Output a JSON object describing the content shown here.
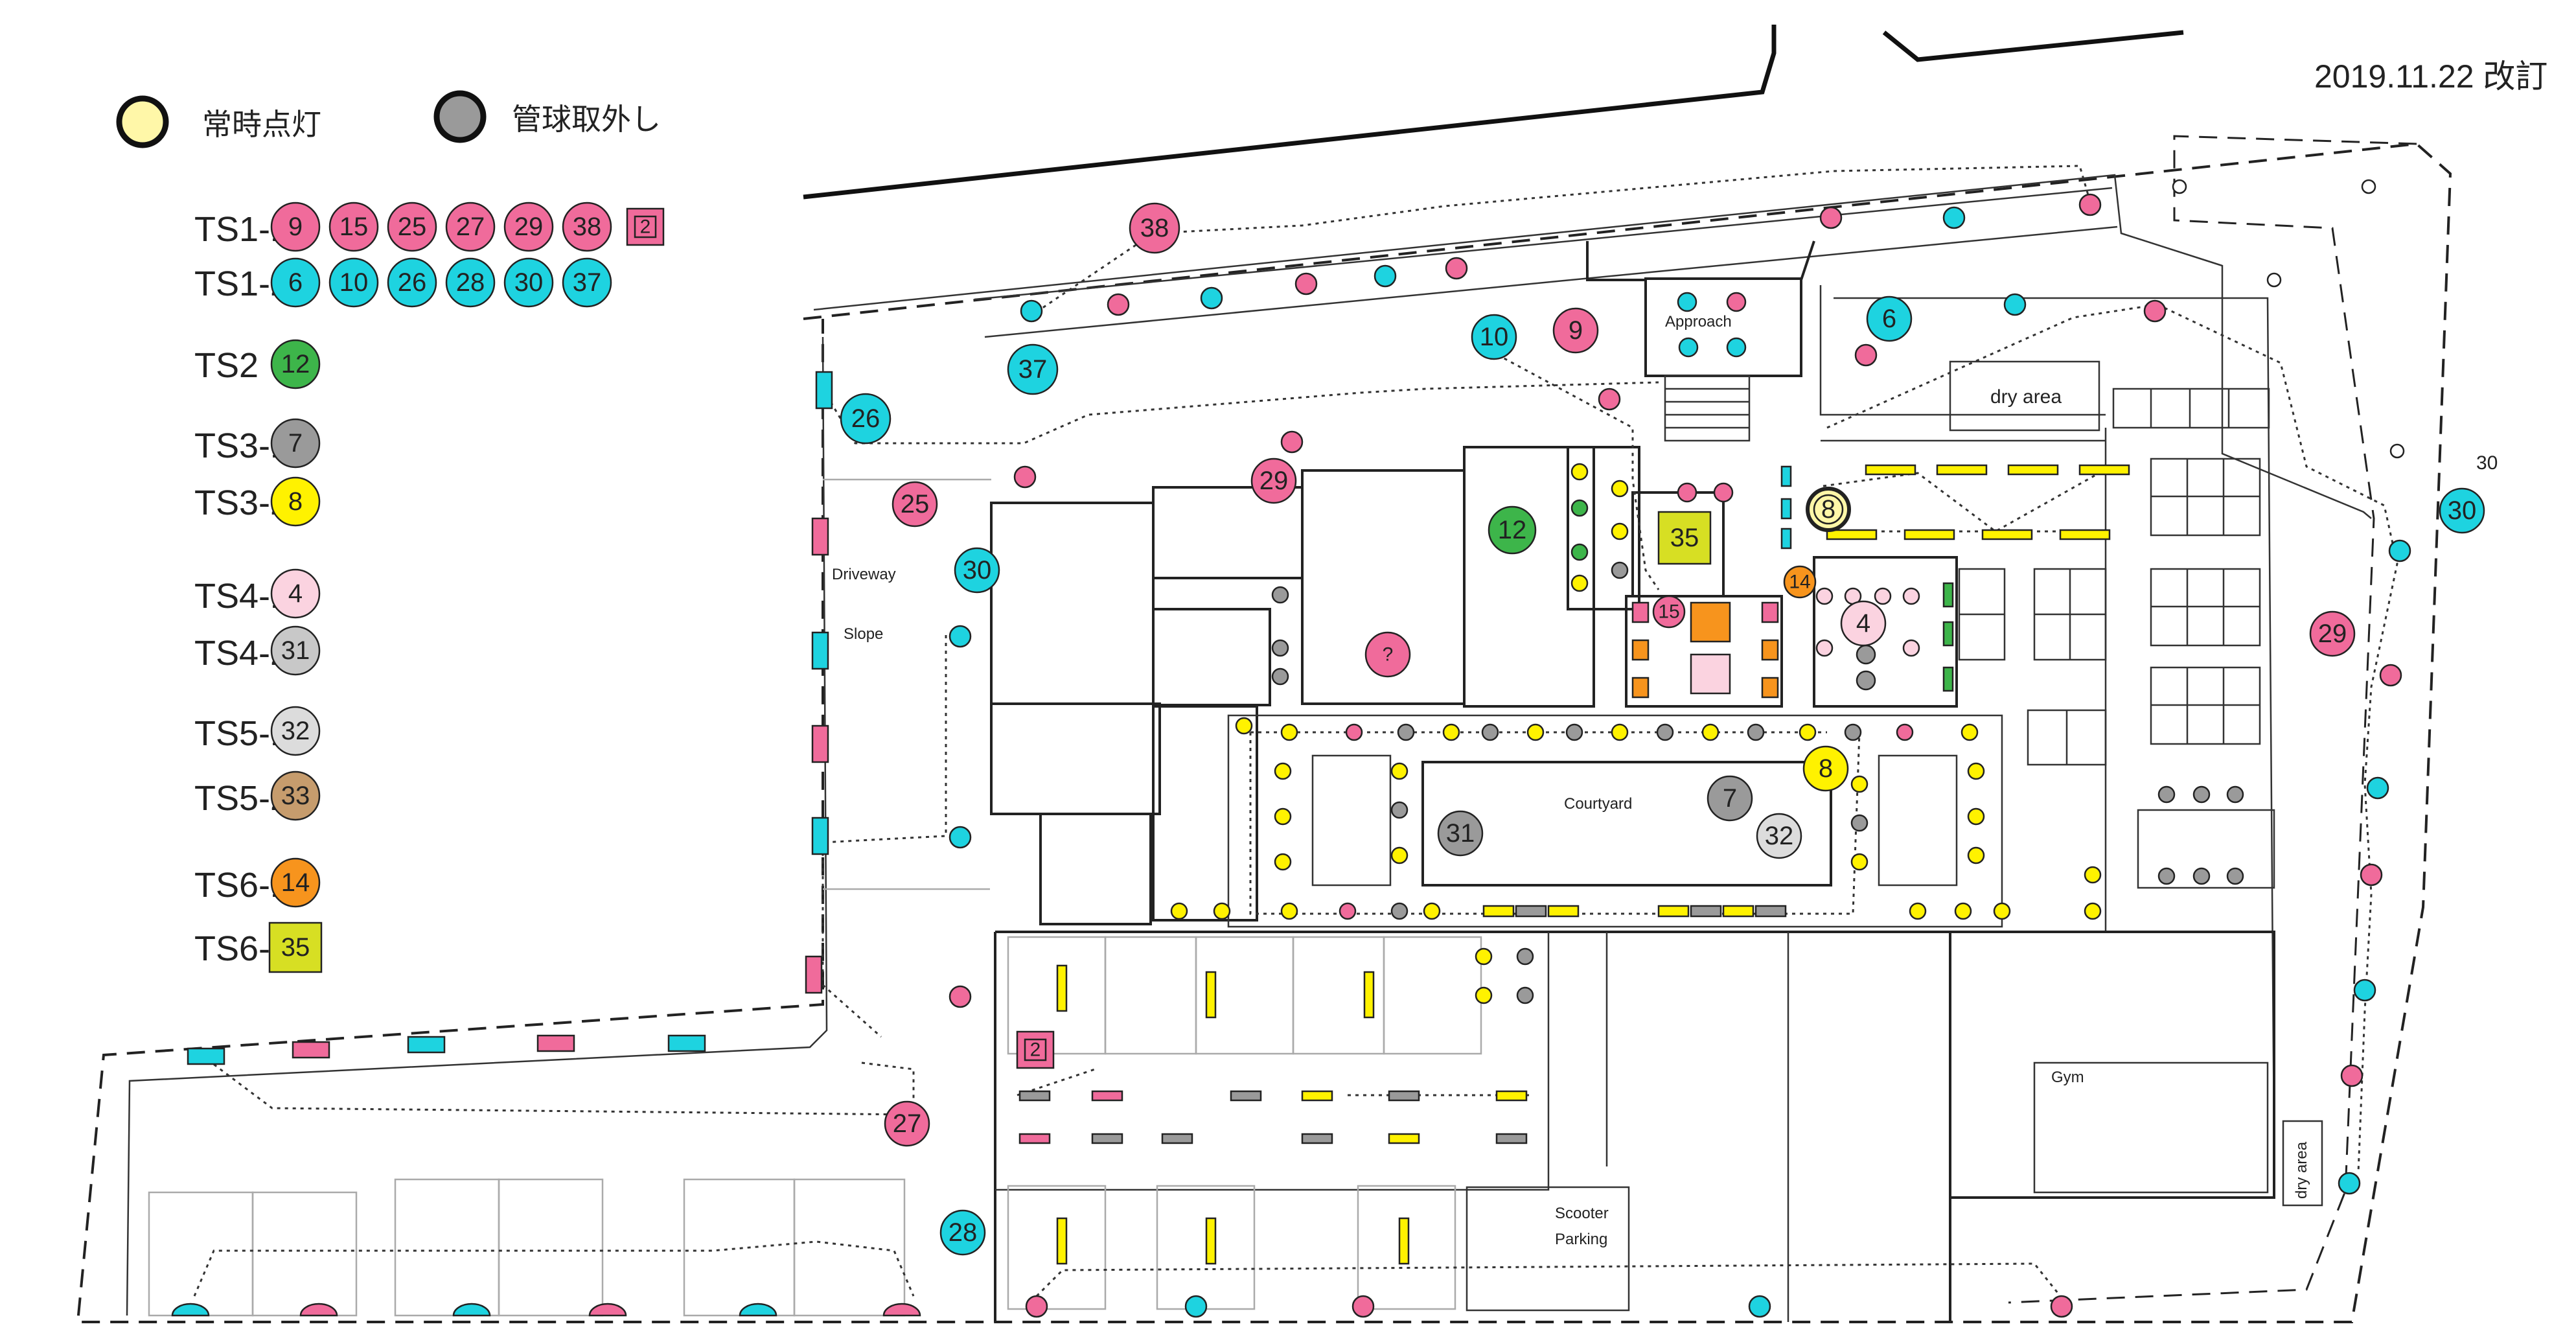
{
  "header": {
    "revision_date": "2019.11.22 改訂"
  },
  "legend": {
    "always_on": {
      "label": "常時点灯",
      "color": "#fff7a8"
    },
    "tube_removed": {
      "label": "管球取外し",
      "color": "#9a9a9a"
    }
  },
  "circuits": [
    {
      "label": "TS1-1",
      "color": "#f06b9b",
      "numbers": [
        "9",
        "15",
        "25",
        "27",
        "29",
        "38"
      ],
      "box": "2"
    },
    {
      "label": "TS1-2",
      "color": "#1ed3e0",
      "numbers": [
        "6",
        "10",
        "26",
        "28",
        "30",
        "37"
      ]
    },
    {
      "label": "TS2",
      "color": "#3db54a",
      "numbers": [
        "12"
      ]
    },
    {
      "label": "TS3-1",
      "color": "#9a9a9a",
      "numbers": [
        "7"
      ]
    },
    {
      "label": "TS3-2",
      "color": "#fff200",
      "numbers": [
        "8"
      ]
    },
    {
      "label": "TS4-1",
      "color": "#fbd3e0",
      "numbers": [
        "4"
      ]
    },
    {
      "label": "TS4-2",
      "color": "#c8c8c8",
      "numbers": [
        "31"
      ]
    },
    {
      "label": "TS5-1",
      "color": "#dcdcdc",
      "numbers": [
        "32"
      ]
    },
    {
      "label": "TS5-2",
      "color": "#c69c6d",
      "numbers": [
        "33"
      ]
    },
    {
      "label": "TS6-1",
      "color": "#f7941d",
      "numbers": [
        "14"
      ]
    },
    {
      "label": "TS6-2",
      "color": "#d7df23",
      "numbers": [
        "35"
      ]
    }
  ],
  "map_labels": {
    "approach": "Approach",
    "dry_area": "dry area",
    "dry_area_vertical": "dry area",
    "driveway": "Driveway",
    "slope": "Slope",
    "courtyard": "Courtyard",
    "gym": "Gym",
    "scooter": "Scooter",
    "parking": "Parking",
    "edge_number": "30",
    "unknown_marker": "?"
  },
  "map_markers": {
    "m38": "38",
    "m37": "37",
    "m26": "26",
    "m25": "25",
    "m29a": "29",
    "m30a": "30",
    "m10": "10",
    "m9": "9",
    "m6": "6",
    "m12": "12",
    "m35": "35",
    "m8a": "8",
    "m14": "14",
    "m15": "15",
    "m4": "4",
    "m8b": "8",
    "m7": "7",
    "m31": "31",
    "m32": "32",
    "m29b": "29",
    "m30b": "30",
    "m27": "27",
    "m28": "28",
    "m2": "2"
  }
}
